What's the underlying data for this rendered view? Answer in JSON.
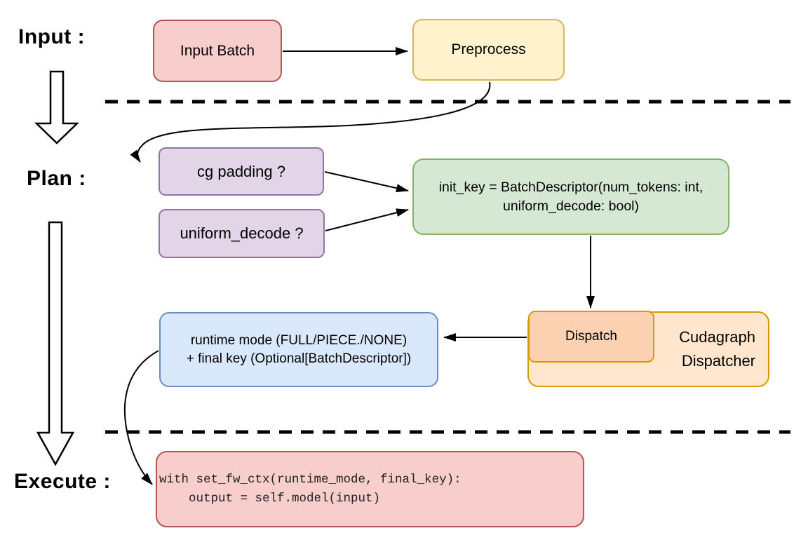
{
  "stages": {
    "input": "Input :",
    "plan": "Plan :",
    "execute": "Execute :"
  },
  "nodes": {
    "input_batch": {
      "label": "Input Batch",
      "fill": "#f8cecc",
      "stroke": "#b85450"
    },
    "preprocess": {
      "label": "Preprocess",
      "fill": "#fff2cc",
      "stroke": "#d6b656"
    },
    "cg_padding": {
      "label": "cg padding ?",
      "fill": "#e1d5e7",
      "stroke": "#9673a6"
    },
    "uniform_decode": {
      "label": "uniform_decode ?",
      "fill": "#e1d5e7",
      "stroke": "#9673a6"
    },
    "init_key": {
      "lines": [
        "init_key = BatchDescriptor(num_tokens: int,",
        "uniform_decode: bool)"
      ],
      "fill": "#d5e8d4",
      "stroke": "#82b366"
    },
    "dispatch": {
      "label": "Dispatch",
      "fill": "#fbd1b1",
      "stroke": "#d79b00"
    },
    "cudagraph_dispatcher": {
      "lines": [
        "Cudagraph",
        "Dispatcher"
      ],
      "fill": "#ffe6cc",
      "stroke": "#d79b00"
    },
    "runtime_mode": {
      "lines": [
        "runtime mode (FULL/PIECE./NONE)",
        "+ final key (Optional[BatchDescriptor])"
      ],
      "fill": "#dae8fc",
      "stroke": "#6c8ebf"
    },
    "execute_code": {
      "lines": [
        "with set_fw_ctx(runtime_mode, final_key):",
        "    output = self.model(input)"
      ],
      "fill": "#f8cecc",
      "stroke": "#b85450"
    }
  },
  "connector_color": "#000000"
}
